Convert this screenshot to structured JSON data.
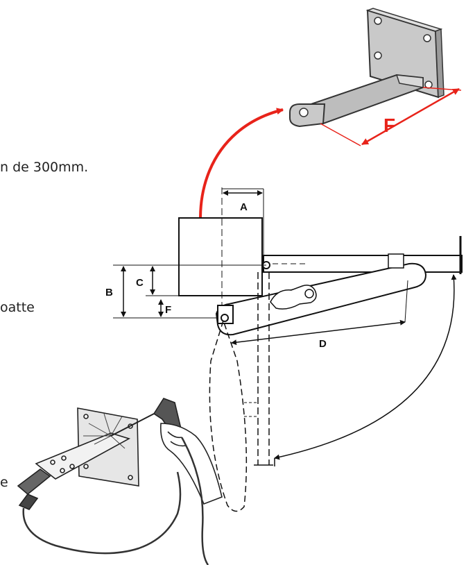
{
  "text_fragments": {
    "line1": "n de 300mm.",
    "line2": "oatte",
    "line3": "e"
  },
  "labels": {
    "A": "A",
    "B": "B",
    "C": "C",
    "D": "D",
    "F": "F",
    "bracket_F": "F"
  },
  "colors": {
    "accent_red": "#e8231a",
    "line": "#111111",
    "bracket_fill": "#bdbdbd"
  }
}
